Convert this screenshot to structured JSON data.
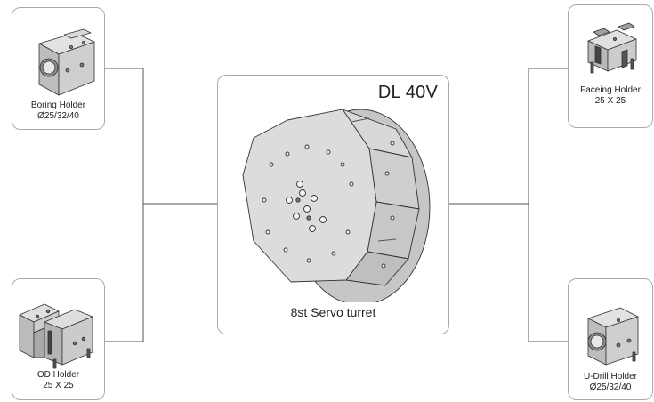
{
  "center": {
    "model": "DL 40V",
    "caption": "8st Servo turret"
  },
  "holders": {
    "boring": {
      "line1": "Boring Holder",
      "line2": "Ø25/32/40"
    },
    "od": {
      "line1": "OD Holder",
      "line2": "25 X 25"
    },
    "faceing": {
      "line1": "Faceing Holder",
      "line2": "25 X 25"
    },
    "udrill": {
      "line1": "U-Drill Holder",
      "line2": "Ø25/32/40"
    }
  },
  "colors": {
    "border": "#a9a9a9",
    "line": "#555555",
    "metal_light": "#d6d6d6",
    "metal_mid": "#b8b8b8",
    "metal_dark": "#8a8a8a"
  },
  "icons": {
    "turret": "turret-illustration",
    "boring": "boring-holder-illustration",
    "od": "od-holder-illustration",
    "faceing": "faceing-holder-illustration",
    "udrill": "udrill-holder-illustration"
  }
}
